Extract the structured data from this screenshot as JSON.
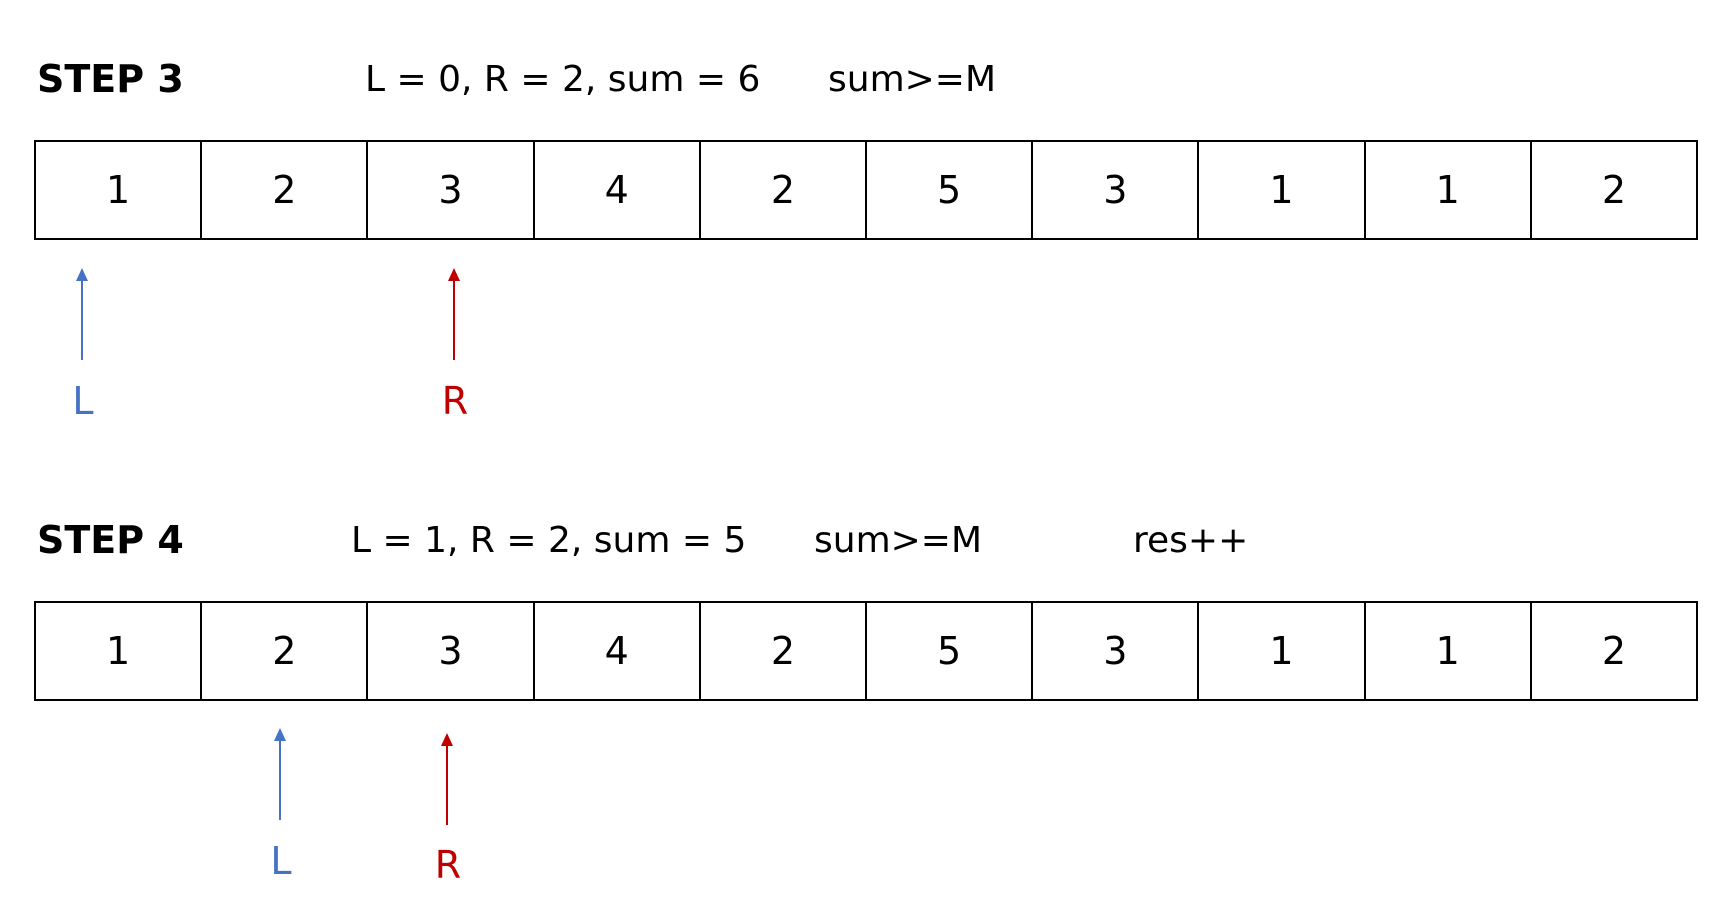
{
  "steps": [
    {
      "title": "STEP 3",
      "state": "L = 0, R = 2, sum = 6",
      "condition": "sum>=M",
      "action": "",
      "cells": [
        "1",
        "2",
        "3",
        "4",
        "2",
        "5",
        "3",
        "1",
        "1",
        "2"
      ],
      "pointer_l": {
        "label": "L",
        "index": 0,
        "color": "#4472C4"
      },
      "pointer_r": {
        "label": "R",
        "index": 2,
        "color": "#C00000"
      }
    },
    {
      "title": "STEP 4",
      "state": "L = 1, R = 2, sum = 5",
      "condition": "sum>=M",
      "action": "res++",
      "cells": [
        "1",
        "2",
        "3",
        "4",
        "2",
        "5",
        "3",
        "1",
        "1",
        "2"
      ],
      "pointer_l": {
        "label": "L",
        "index": 1,
        "color": "#4472C4"
      },
      "pointer_r": {
        "label": "R",
        "index": 2,
        "color": "#C00000"
      }
    }
  ]
}
